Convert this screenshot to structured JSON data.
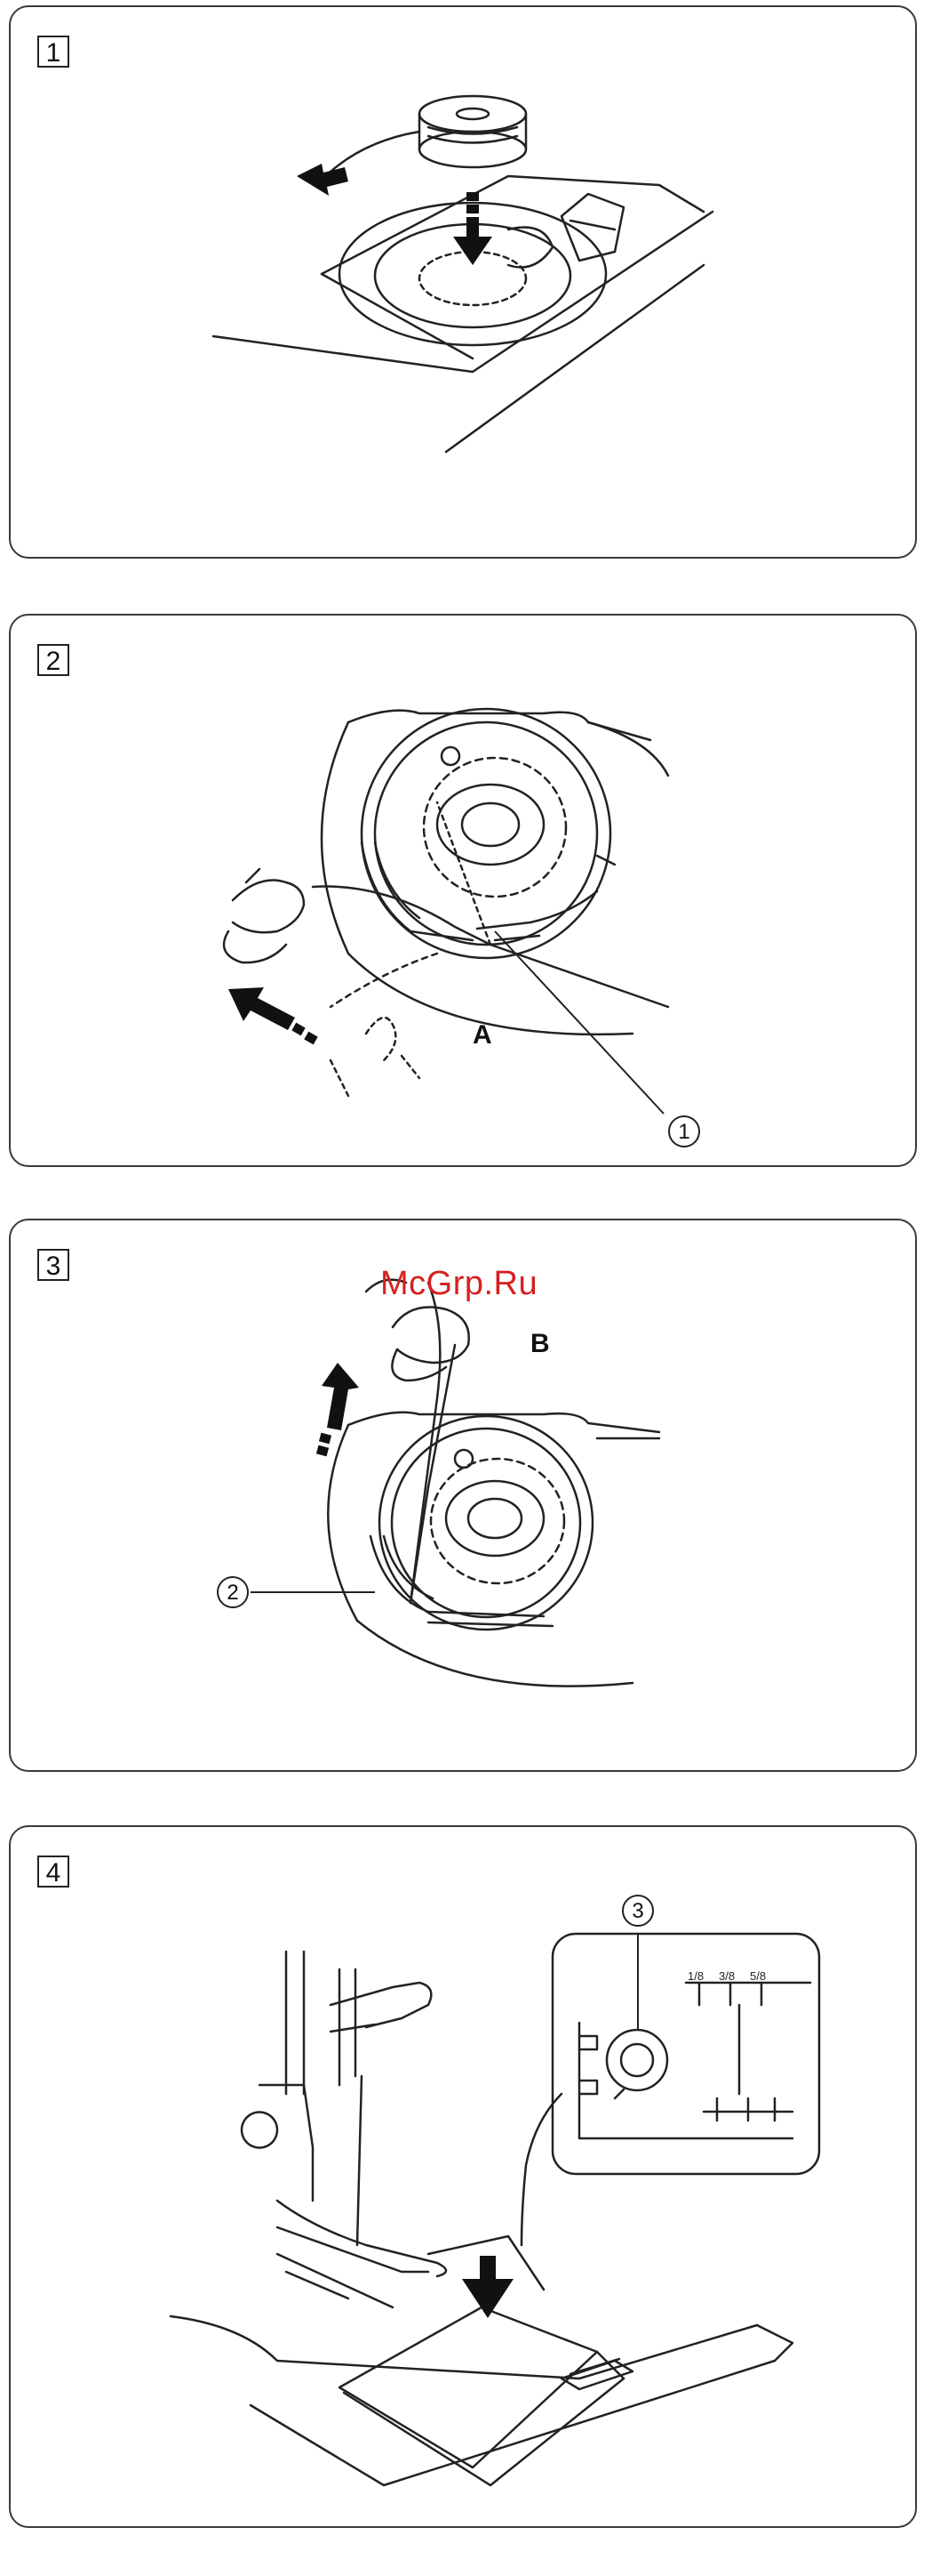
{
  "steps": [
    {
      "number": "1"
    },
    {
      "number": "2",
      "label_a": "A",
      "callout": "1"
    },
    {
      "number": "3",
      "label_b": "B",
      "callout": "2"
    },
    {
      "number": "4",
      "callout": "3",
      "inset_ticks": [
        "1/8",
        "3/8",
        "5/8"
      ]
    }
  ],
  "watermark": "McGrp.Ru",
  "colors": {
    "line": "#222222",
    "watermark": "#d62020"
  }
}
